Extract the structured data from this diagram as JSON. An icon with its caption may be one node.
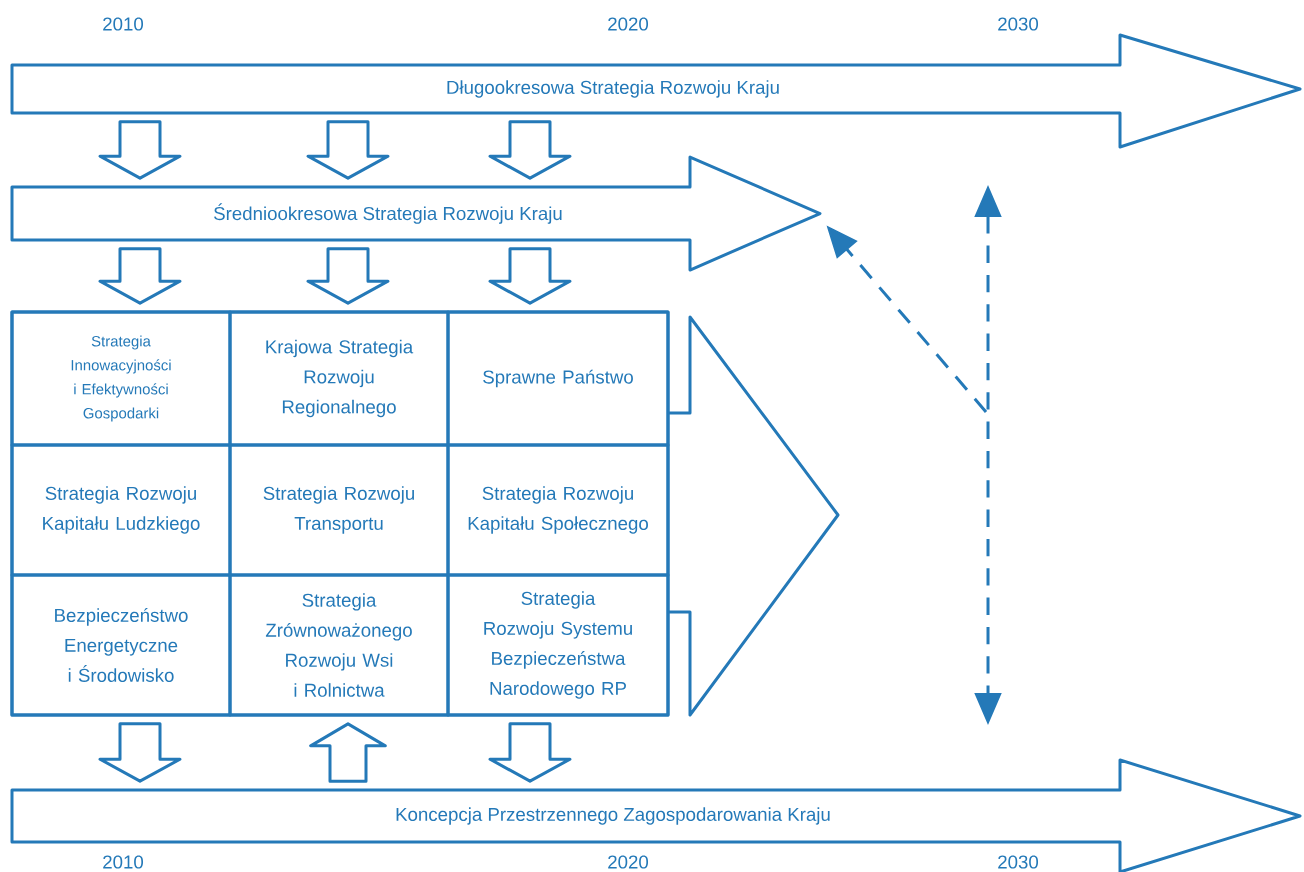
{
  "diagram": {
    "nodes": [
      {
        "text": [
          "Długookresowa Strategia Rozwoju Kraju"
        ]
      },
      {
        "text": [
          "Średniookresowa Strategia Rozwoju Kraju"
        ]
      },
      {
        "text": [],
        "shape": "arrow"
      },
      {
        "text": [
          "Strategia Innowacyjności i Efektywności Gospodarki"
        ],
        "in": 2
      },
      {
        "text": [
          "Krajowa Strategia Rozwoju Regionalnego"
        ],
        "in": 2
      },
      {
        "text": [
          "Sprawne Państwo"
        ],
        "in": 2
      },
      {
        "text": [
          "Strategia Rozwoju Kapitału Ludzkiego"
        ],
        "in": 2
      },
      {
        "text": [
          "Strategia Rozwoju Transportu"
        ],
        "in": 2
      },
      {
        "text": [
          "Strategia Rozwoju Kapitału Społecznego"
        ],
        "in": 2
      },
      {
        "text": [
          "Bezpieczeństwo Energetyczne i Środowisko"
        ],
        "in": 2
      },
      {
        "text": [
          "Strategia Zrównoważonego Rozwoju Wsi i Rolnictwa"
        ],
        "in": 2
      },
      {
        "text": [
          "Strategia Rozwoju Systemu Bezpieczeństwa Narodowego RP"
        ],
        "in": 2
      },
      {
        "text": [
          "Koncepcja Przestrzennego Zagospodarowania Kraju"
        ]
      }
    ],
    "edges": [
      {
        "from": 0,
        "to": 1,
        "arrow": "to"
      },
      {
        "from": 0,
        "to": 1,
        "arrow": "to"
      },
      {
        "from": 0,
        "to": 1,
        "arrow": "to"
      },
      {
        "from": 1,
        "to": 3,
        "arrow": "to"
      },
      {
        "from": 1,
        "to": 4,
        "arrow": "to"
      },
      {
        "from": 1,
        "to": 5,
        "arrow": "to"
      },
      {
        "from": 9,
        "to": 12,
        "arrow": "to"
      },
      {
        "from": 12,
        "to": 10,
        "arrow": "to"
      },
      {
        "from": 11,
        "to": 12,
        "arrow": "to"
      },
      {
        "from": null,
        "to": 1,
        "arrow": "to",
        "style": "dashed"
      }
    ],
    "labels": [
      "2010",
      "2020",
      "2030",
      "2010",
      "2020",
      "2030"
    ]
  }
}
